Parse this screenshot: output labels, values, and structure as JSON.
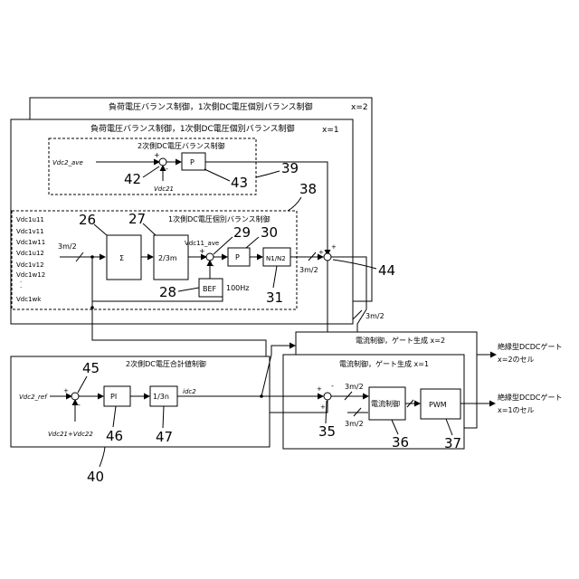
{
  "frames": {
    "x2_title": "負荷電圧バランス制御，1次側DC電圧個別バランス制御",
    "x2_index": "x=2",
    "x1_title": "負荷電圧バランス制御，1次側DC電圧個別バランス制御",
    "x1_index": "x=1",
    "secondary_balance_title": "2次側DC電圧バランス制御",
    "primary_individual_title": "1次側DC電圧個別バランス制御",
    "total_control_title": "2次側DC電圧合計値制御",
    "current_x2_title": "電流制御，ゲート生成 x=2",
    "current_x1_title": "電流制御，ゲート生成 x=1"
  },
  "signals": {
    "vdc2_ave": "Vdc2_ave",
    "vdc21": "Vdc21",
    "vdc11_ave": "Vdc11_ave",
    "vdc2_ref": "Vdc2_ref",
    "vdc21_plus_vdc22": "Vdc21+Vdc22",
    "idc2": "idc2",
    "hz": "100Hz",
    "three_m_half": "3m/2",
    "inputs": [
      "Vdc1u11",
      "Vdc1v11",
      "Vdc1w11",
      "Vdc1u12",
      "Vdc1v12",
      "Vdc1w12",
      "·",
      "·",
      "Vdc1wk"
    ]
  },
  "blocks": {
    "p": "P",
    "sigma": "Σ",
    "two_third_m": "2/3m",
    "bef": "BEF",
    "n1n2": "N1/N2",
    "pi": "PI",
    "one_third_n": "1/3n",
    "current_ctrl": "電流制御",
    "pwm": "PWM"
  },
  "outputs": {
    "out_x2_title": "絶縁型DCDCゲート",
    "out_x2_sub": "x=2のセル",
    "out_x1_title": "絶縁型DCDCゲート",
    "out_x1_sub": "x=1のセル"
  },
  "refs": {
    "r26": "26",
    "r27": "27",
    "r28": "28",
    "r29": "29",
    "r30": "30",
    "r31": "31",
    "r35": "35",
    "r36": "36",
    "r37": "37",
    "r38": "38",
    "r39": "39",
    "r40": "40",
    "r42": "42",
    "r43": "43",
    "r44": "44",
    "r45": "45",
    "r46": "46",
    "r47": "47"
  },
  "signs": {
    "plus": "+",
    "minus": "-"
  }
}
